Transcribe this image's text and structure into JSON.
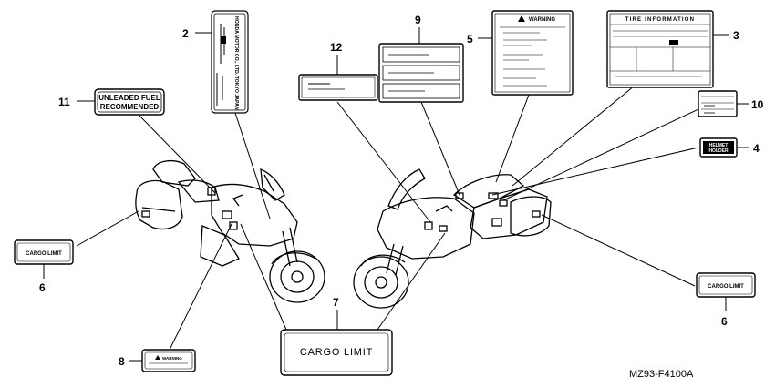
{
  "diagram_code": "MZ93-F4100A",
  "callouts": {
    "c2": "2",
    "c3": "3",
    "c4": "4",
    "c5": "5",
    "c6a": "6",
    "c6b": "6",
    "c7": "7",
    "c8": "8",
    "c9": "9",
    "c10": "10",
    "c11": "11",
    "c12": "12"
  },
  "labels": {
    "unleaded_line1": "UNLEADED FUEL",
    "unleaded_line2": "RECOMMENDED",
    "cargo_limit": "CARGO LIMIT",
    "warning": "WARNING",
    "tire_information": "TIRE INFORMATION",
    "helmet_line1": "HELMET",
    "helmet_line2": "HOLDER",
    "honda_vertical": "HONDA MOTOR CO., LTD. TOKYO JAPAN"
  },
  "colors": {
    "ink": "#000000",
    "paper": "#ffffff"
  }
}
